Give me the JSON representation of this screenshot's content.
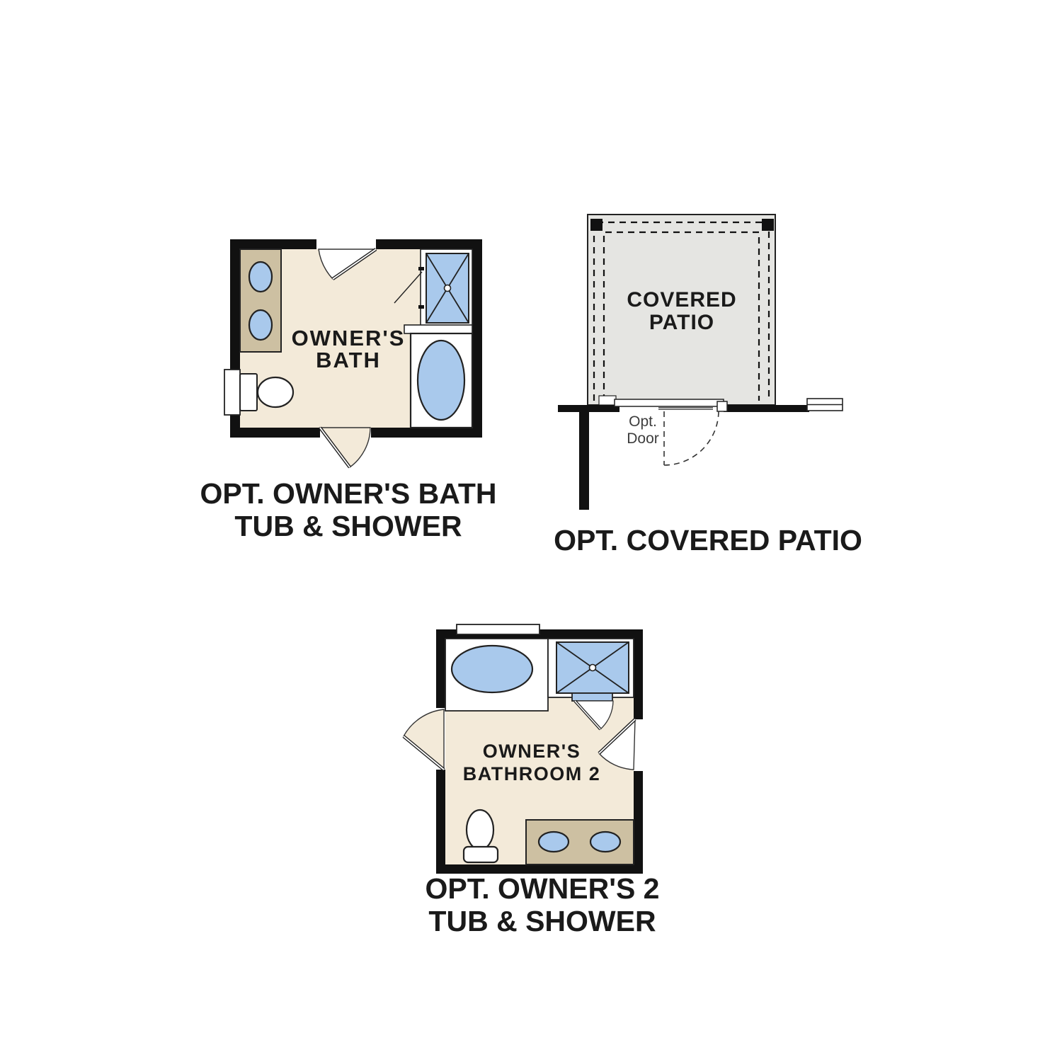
{
  "page": {
    "background": "#ffffff"
  },
  "colors": {
    "page_bg": "#ffffff",
    "wall": "#111111",
    "floor_cream": "#f3ead9",
    "vanity_tan": "#cdc0a2",
    "fixture_blue": "#a9c9ec",
    "patio_gray": "#e5e5e2",
    "text_dark": "#1a1a1a",
    "opt_door_text": "#3d3d3d"
  },
  "plans": {
    "owners_bath": {
      "room_label_line1": "OWNER'S",
      "room_label_line2": "BATH",
      "caption_line1": "OPT. OWNER'S BATH",
      "caption_line2": "TUB & SHOWER"
    },
    "covered_patio": {
      "room_label_line1": "COVERED",
      "room_label_line2": "PATIO",
      "door_label_line1": "Opt.",
      "door_label_line2": "Door",
      "caption": "OPT. COVERED PATIO"
    },
    "owners_bathroom2": {
      "room_label_line1": "OWNER'S",
      "room_label_line2": "BATHROOM 2",
      "caption_line1": "OPT. OWNER'S 2",
      "caption_line2": "TUB & SHOWER"
    }
  }
}
